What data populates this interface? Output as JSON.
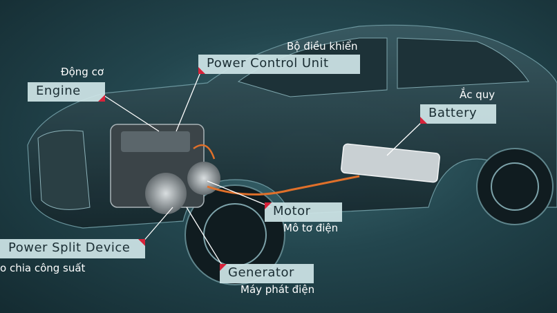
{
  "labels": {
    "engine": "Engine",
    "engine_vi": "Động cơ",
    "pcu": "Power Control Unit",
    "pcu_vi": "Bộ điều khiển",
    "battery": "Battery",
    "battery_vi": "Ắc quy",
    "motor": "Motor",
    "motor_vi": "Mô tơ điện",
    "psd": "Power Split Device",
    "psd_vi": "o chia công suất",
    "generator": "Generator",
    "generator_vi": "Máy phát điện"
  },
  "colors": {
    "accent": "#d8233a",
    "label_bg": "#cde4e6",
    "cable": "#e0702a"
  }
}
